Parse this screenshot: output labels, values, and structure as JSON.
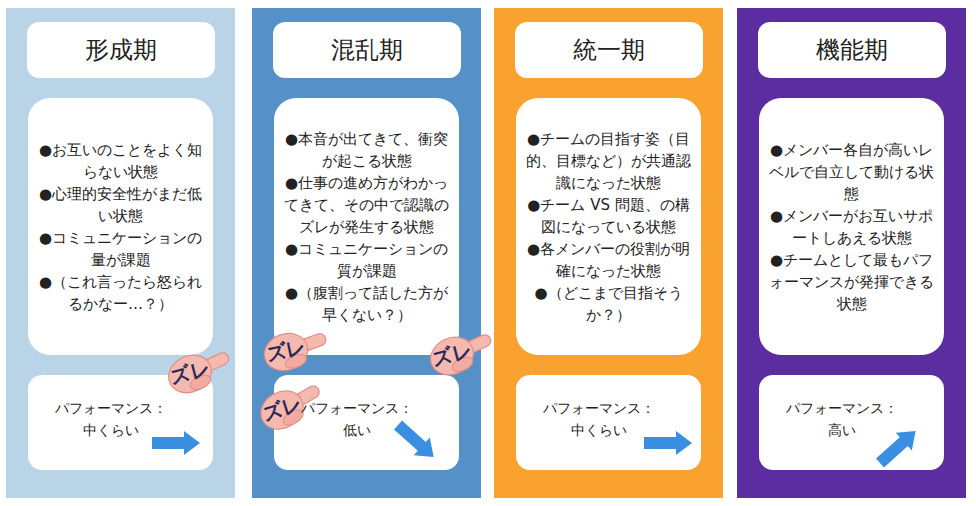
{
  "diagram": {
    "nodes": [
      {
        "text": [
          "形成期"
        ]
      },
      {
        "text": [
          "●お互いのことをよく知らない状態",
          "●心理的安全性がまだ低い状態",
          "●コミュニケーションの量が課題",
          "●（これ言ったら怒られるかなー…？）"
        ],
        "in": 0
      },
      {
        "text": [
          "パフォーマンス：",
          "中くらい"
        ],
        "in": 0
      },
      {
        "text": [
          "混乱期"
        ]
      },
      {
        "text": [
          "●本音が出てきて、衝突が起こる状態",
          "●仕事の進め方がわかってきて、その中で認識のズレが発生する状態",
          "●コミュニケーションの質が課題",
          "●（腹割って話した方が早くない？）"
        ],
        "in": 3
      },
      {
        "text": [
          "パフォーマンス：",
          "低い"
        ],
        "in": 3
      },
      {
        "text": [
          "統一期"
        ]
      },
      {
        "text": [
          "●チームの目指す姿（目的、目標など）が共通認識になった状態",
          "●チーム VS 問題、の構図になっている状態",
          "●各メンバーの役割が明確になった状態",
          "●（どこまで目指そうか？）"
        ],
        "in": 6
      },
      {
        "text": [
          "パフォーマンス：",
          "中くらい"
        ],
        "in": 6
      },
      {
        "text": [
          "機能期"
        ]
      },
      {
        "text": [
          "●メンバー各自が高いレベルで自立して動ける状態",
          "●メンバーがお互いサポートしあえる状態",
          "●チームとして最もパフォーマンスが発揮できる状態"
        ],
        "in": 9
      },
      {
        "text": [
          "パフォーマンス：",
          "高い"
        ],
        "in": 9
      }
    ],
    "labels": [
      "ズレ",
      "ズレ",
      "ズレ",
      "ズレ"
    ]
  }
}
